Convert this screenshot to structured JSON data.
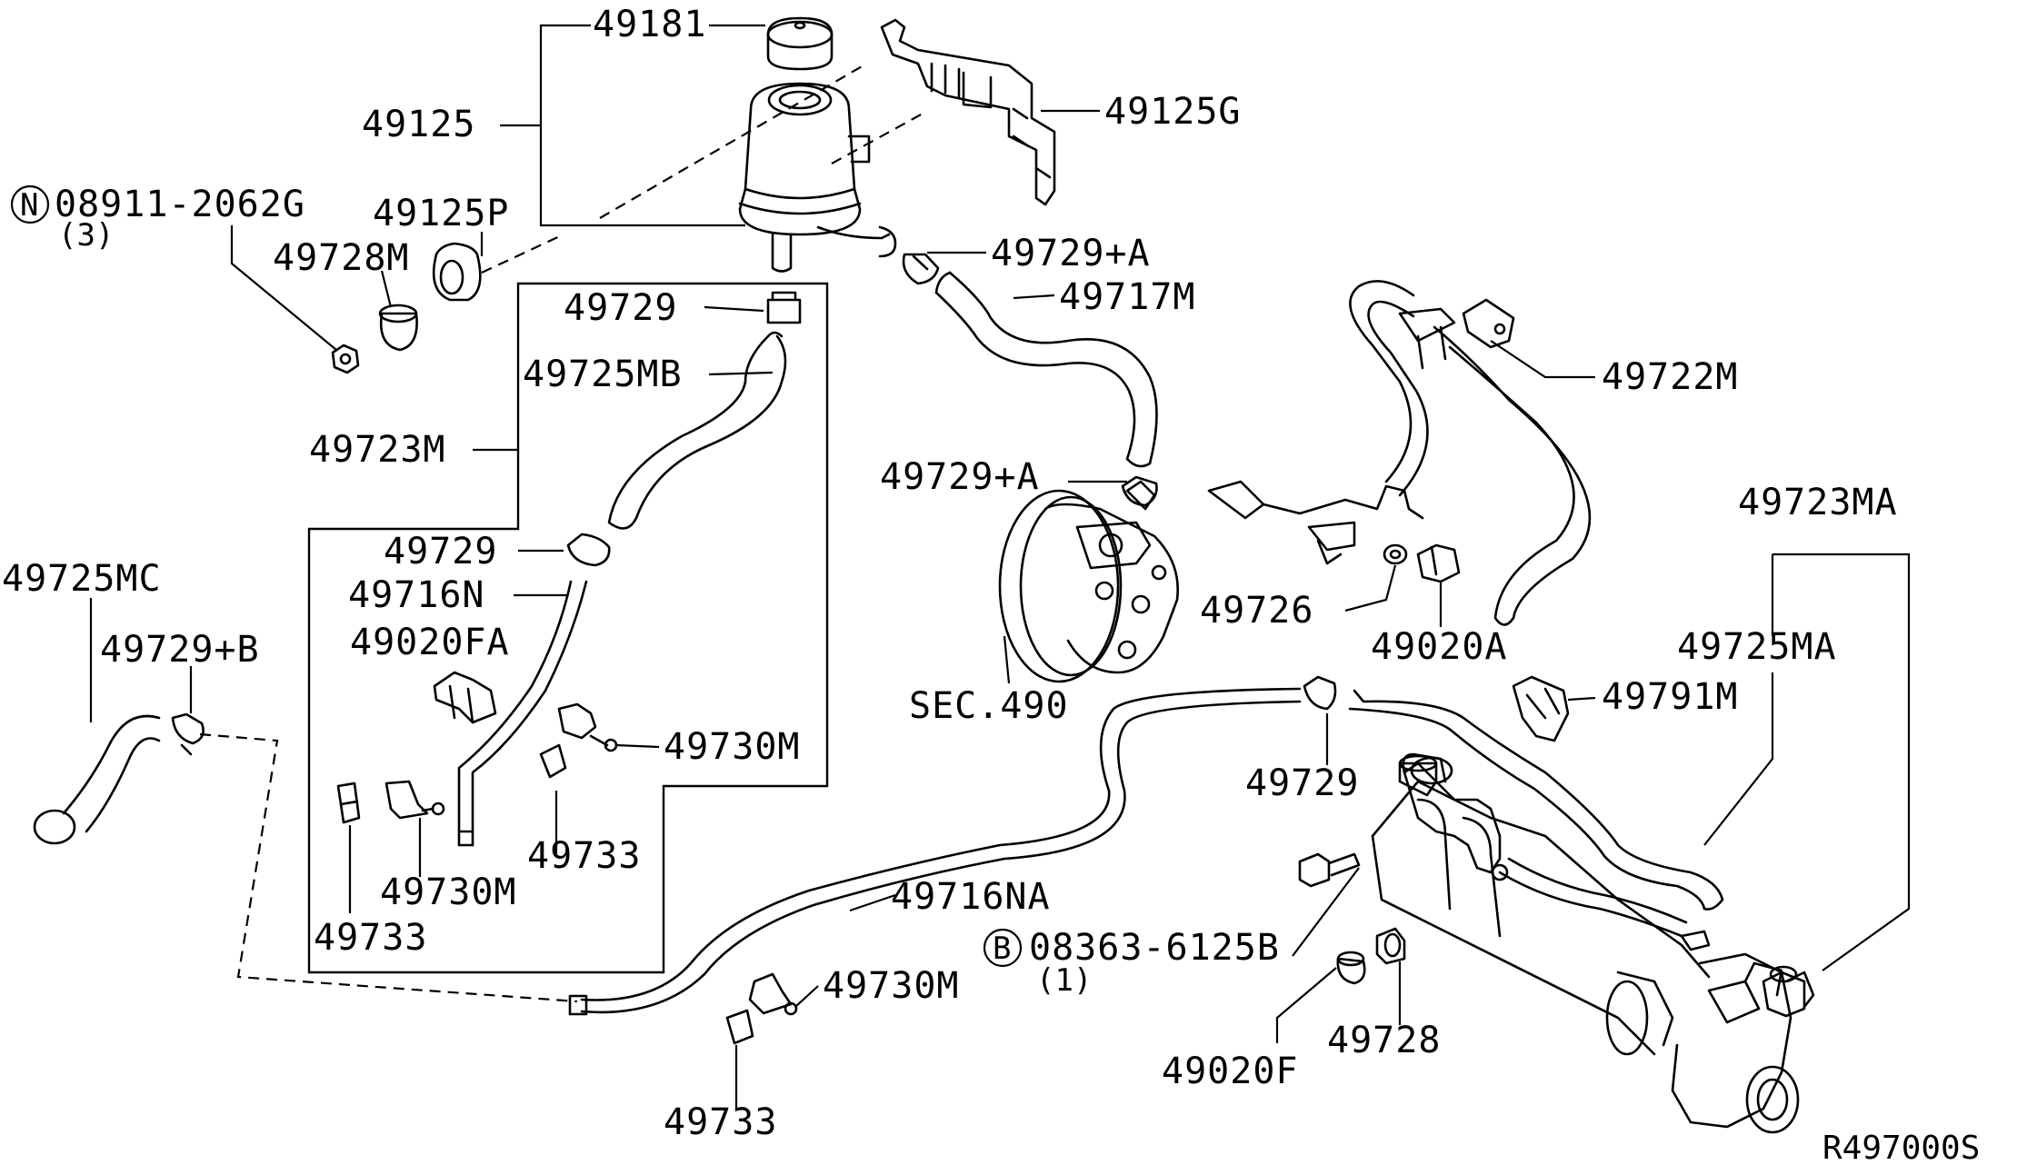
{
  "diagram_ref": "R497000S",
  "labels": {
    "p49181": "49181",
    "p49125": "49125",
    "p49125G": "49125G",
    "p49125P": "49125P",
    "p49728M": "49728M",
    "nut_code": "08911-2062G",
    "nut_qty": "(3)",
    "nut_symbol": "N",
    "p49729A_top": "49729+A",
    "p49717M": "49717M",
    "p49729_top": "49729",
    "p49725MB": "49725MB",
    "p49723M": "49723M",
    "p49729_mid": "49729",
    "p49716N": "49716N",
    "p49020FA": "49020FA",
    "p49730M_a": "49730M",
    "p49733_a": "49733",
    "p49730M_b": "49730M",
    "p49733_b": "49733",
    "p49725MC": "49725MC",
    "p49729B": "49729+B",
    "p49729A_pump": "49729+A",
    "sec490": "SEC.490",
    "p49722M": "49722M",
    "p49726": "49726",
    "p49020A": "49020A",
    "p49723MA": "49723MA",
    "p49725MA": "49725MA",
    "p49791M": "49791M",
    "p49729_low": "49729",
    "p49716NA": "49716NA",
    "bolt_code": "08363-6125B",
    "bolt_qty": "(1)",
    "bolt_symbol": "B",
    "p49730M_c": "49730M",
    "p49733_c": "49733",
    "p49728": "49728",
    "p49020F": "49020F"
  }
}
